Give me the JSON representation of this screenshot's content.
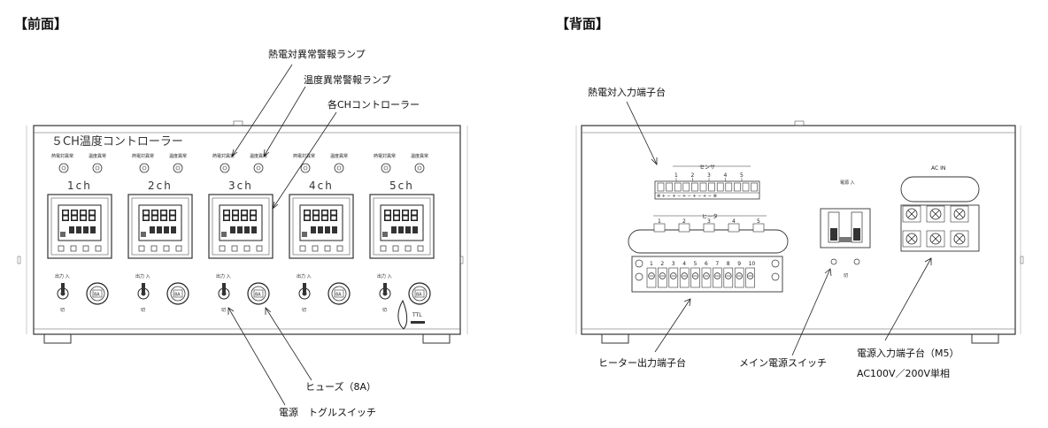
{
  "front": {
    "heading": "【前面】",
    "panel_title": "５CH温度コントローラー",
    "channels": [
      "1ch",
      "2ch",
      "3ch",
      "4ch",
      "5ch"
    ],
    "lamp_label_thermo": "熱電対異常",
    "lamp_label_temp": "温度異常",
    "switch_on": "出力 入",
    "switch_off": "切",
    "fuse_text": "8A",
    "logo": "TTL",
    "callouts": {
      "thermo_lamp": "熱電対異常警報ランプ",
      "temp_lamp": "温度異常警報ランプ",
      "controller": "各CHコントローラー",
      "fuse": "ヒューズ（8A）",
      "toggle": "電源　トグルスイッチ"
    }
  },
  "back": {
    "heading": "【背面】",
    "sensor_label": "センサ",
    "sensor_numbers": [
      "1",
      "2",
      "3",
      "4",
      "5"
    ],
    "sensor_polarity": "⊗ + − + − + − + − + − ⊗",
    "heater_label": "ヒータ",
    "heater_numbers": [
      "1",
      "2",
      "3",
      "4",
      "5"
    ],
    "heater_terminal_numbers": [
      "1",
      "2",
      "3",
      "4",
      "5",
      "6",
      "7",
      "8",
      "9",
      "10"
    ],
    "power_switch_top": "電源 入",
    "power_switch_off": "切",
    "ac_in": "AC IN",
    "callouts": {
      "thermo_input": "熱電対入力端子台",
      "heater_output": "ヒーター出力端子台",
      "main_switch": "メイン電源スイッチ",
      "power_input": "電源入力端子台（M5）",
      "power_spec": "AC100V／200V単相"
    }
  }
}
